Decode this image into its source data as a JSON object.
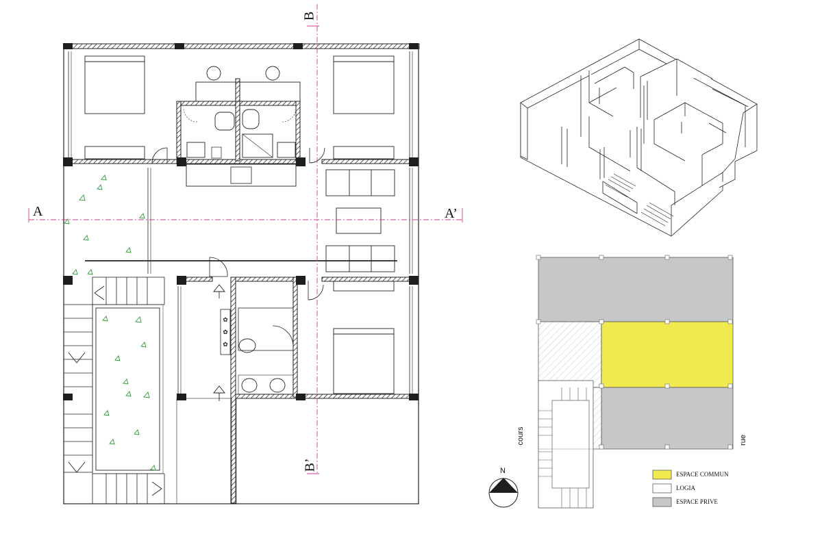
{
  "plan": {
    "section_markers": {
      "a": "A",
      "a_prime": "A’",
      "b": "B",
      "b_prime": "B’"
    }
  },
  "site": {
    "left_label": "cours",
    "right_label": "rue",
    "north_label": "N"
  },
  "legend": {
    "items": [
      {
        "label": "ESPACE COMMUN",
        "color": "#f1ea4f"
      },
      {
        "label": "LOGIA",
        "color": "#ffffff"
      },
      {
        "label": "ESPACE PRIVE",
        "color": "#c6c7c9"
      }
    ]
  },
  "colors": {
    "line": "#222222",
    "section_line": "#d23b8c",
    "column": "#1e1e1e",
    "plant": "#2e9a3a",
    "hatch": "#444444"
  }
}
